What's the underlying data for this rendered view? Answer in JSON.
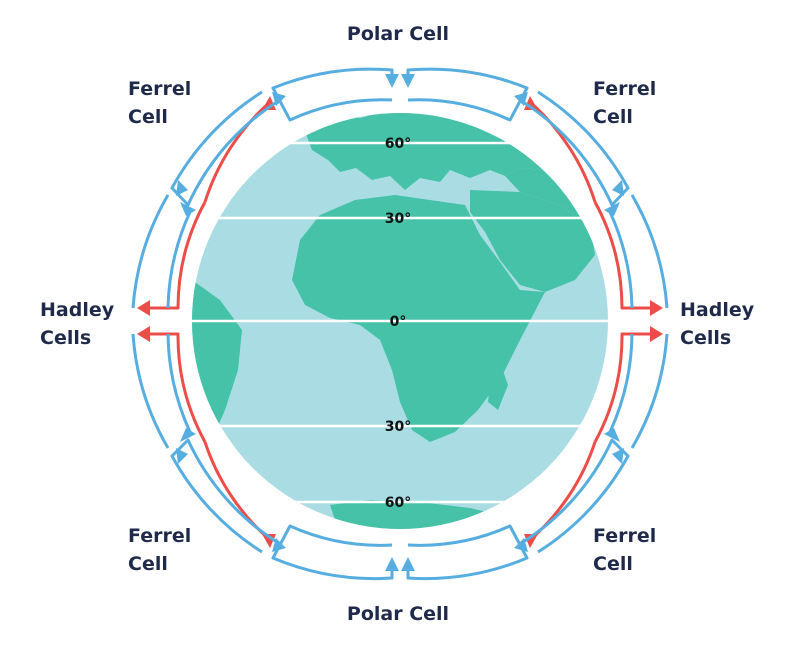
{
  "colors": {
    "ocean": "#a9dde3",
    "land": "#46c2a9",
    "blue_arrow": "#56aee0",
    "red_arrow": "#ec4d48",
    "label": "#1f2a4a"
  },
  "labels": {
    "polar_top": "Polar Cell",
    "polar_bottom": "Polar Cell",
    "ferrel_top_left": [
      "Ferrel",
      "Cell"
    ],
    "ferrel_top_right": [
      "Ferrel",
      "Cell"
    ],
    "ferrel_bottom_left": [
      "Ferrel",
      "Cell"
    ],
    "ferrel_bottom_right": [
      "Ferrel",
      "Cell"
    ],
    "hadley_left": [
      "Hadley",
      "Cells"
    ],
    "hadley_right": [
      "Hadley",
      "Cells"
    ]
  },
  "latitudes": [
    {
      "key": "n60",
      "label": "60°"
    },
    {
      "key": "n30",
      "label": "30°"
    },
    {
      "key": "eq",
      "label": "0°"
    },
    {
      "key": "s30",
      "label": "30°"
    },
    {
      "key": "s60",
      "label": "60°"
    }
  ]
}
